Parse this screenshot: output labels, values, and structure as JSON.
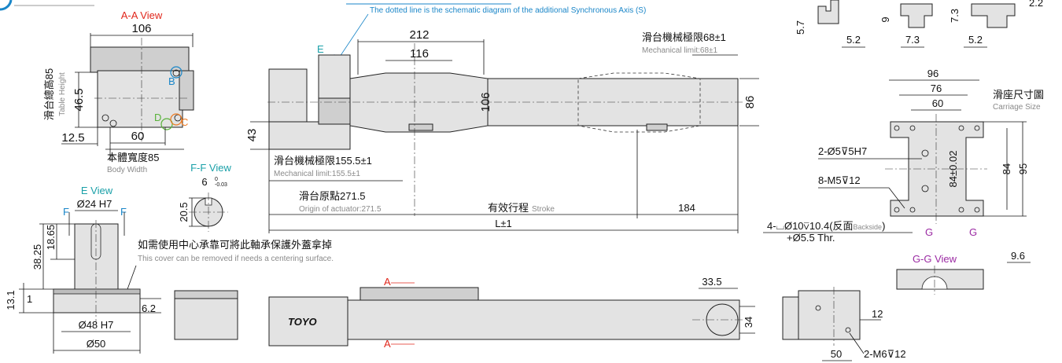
{
  "views": {
    "aa": "A-A View",
    "e": "E View",
    "ff": "F-F View",
    "gg": "G-G View"
  },
  "dims": {
    "aa_width": "106",
    "aa_h": "46.5",
    "aa_60": "60",
    "aa_125": "12.5",
    "table_height": "滑台總高85",
    "table_height_en": "Table Height",
    "body_width": "本體寬度85",
    "body_width_en": "Body Width",
    "ff_6": "6",
    "ff_tol": "0\n-0.03",
    "ff_205": "20.5",
    "e_24": "Ø24 H7",
    "e_1865": "18.65",
    "e_3825": "38.25",
    "e_131": "13.1",
    "e_1": "1",
    "e_62": "6.2",
    "e_48": "Ø48 H7",
    "e_50": "Ø50",
    "cover_note": "如需使用中心承靠可將此軸承保護外蓋拿掉",
    "cover_note_en": "This cover can be removed if needs a centering surface.",
    "sync_note_en": "The dotted line is the schematic diagram of the additional Synchronous Axis (S)",
    "d212": "212",
    "d116": "116",
    "d106": "106",
    "d86": "86",
    "d43": "43",
    "mech68": "滑台機械極限68±1",
    "mech68_en": "Mechanical limit:68±1",
    "mech155": "滑台機械極限155.5±1",
    "mech155_en": "Mechanical limit:155.5±1",
    "origin": "滑台原點271.5",
    "origin_en": "Origin of actuator:271.5",
    "stroke": "有效行程",
    "stroke_en": "Stroke",
    "d184": "184",
    "L": "L±1",
    "d335": "33.5",
    "d34": "34",
    "d12": "12",
    "d50": "50",
    "m6": "2-M6",
    "m6b": "12",
    "s57": "5.7",
    "s52a": "5.2",
    "s9": "9",
    "s73a": "7.3",
    "s73b": "7.3",
    "s22": "2.2",
    "s52b": "5.2",
    "c96": "96",
    "c76": "76",
    "c60": "60",
    "carriage": "滑座尺寸圖",
    "carriage_en": "Carriage Size",
    "c5": "2-Ø5",
    "c5b": "5H7",
    "c8m5": "8-M5",
    "c8m5b": "12",
    "c84tol": "84±0.02",
    "c84": "84",
    "c95": "95",
    "c4": "4-",
    "c4b": "Ø10",
    "c4c": "10.4(反面",
    "c4d": "Backside",
    "c4e": ")",
    "c4f": "+Ø5.5 Thr.",
    "gg96": "9.6",
    "brand": "TOYO"
  },
  "letters": {
    "A": "A",
    "B": "B",
    "C": "C",
    "D": "D",
    "E": "E",
    "F": "F",
    "G": "G"
  }
}
